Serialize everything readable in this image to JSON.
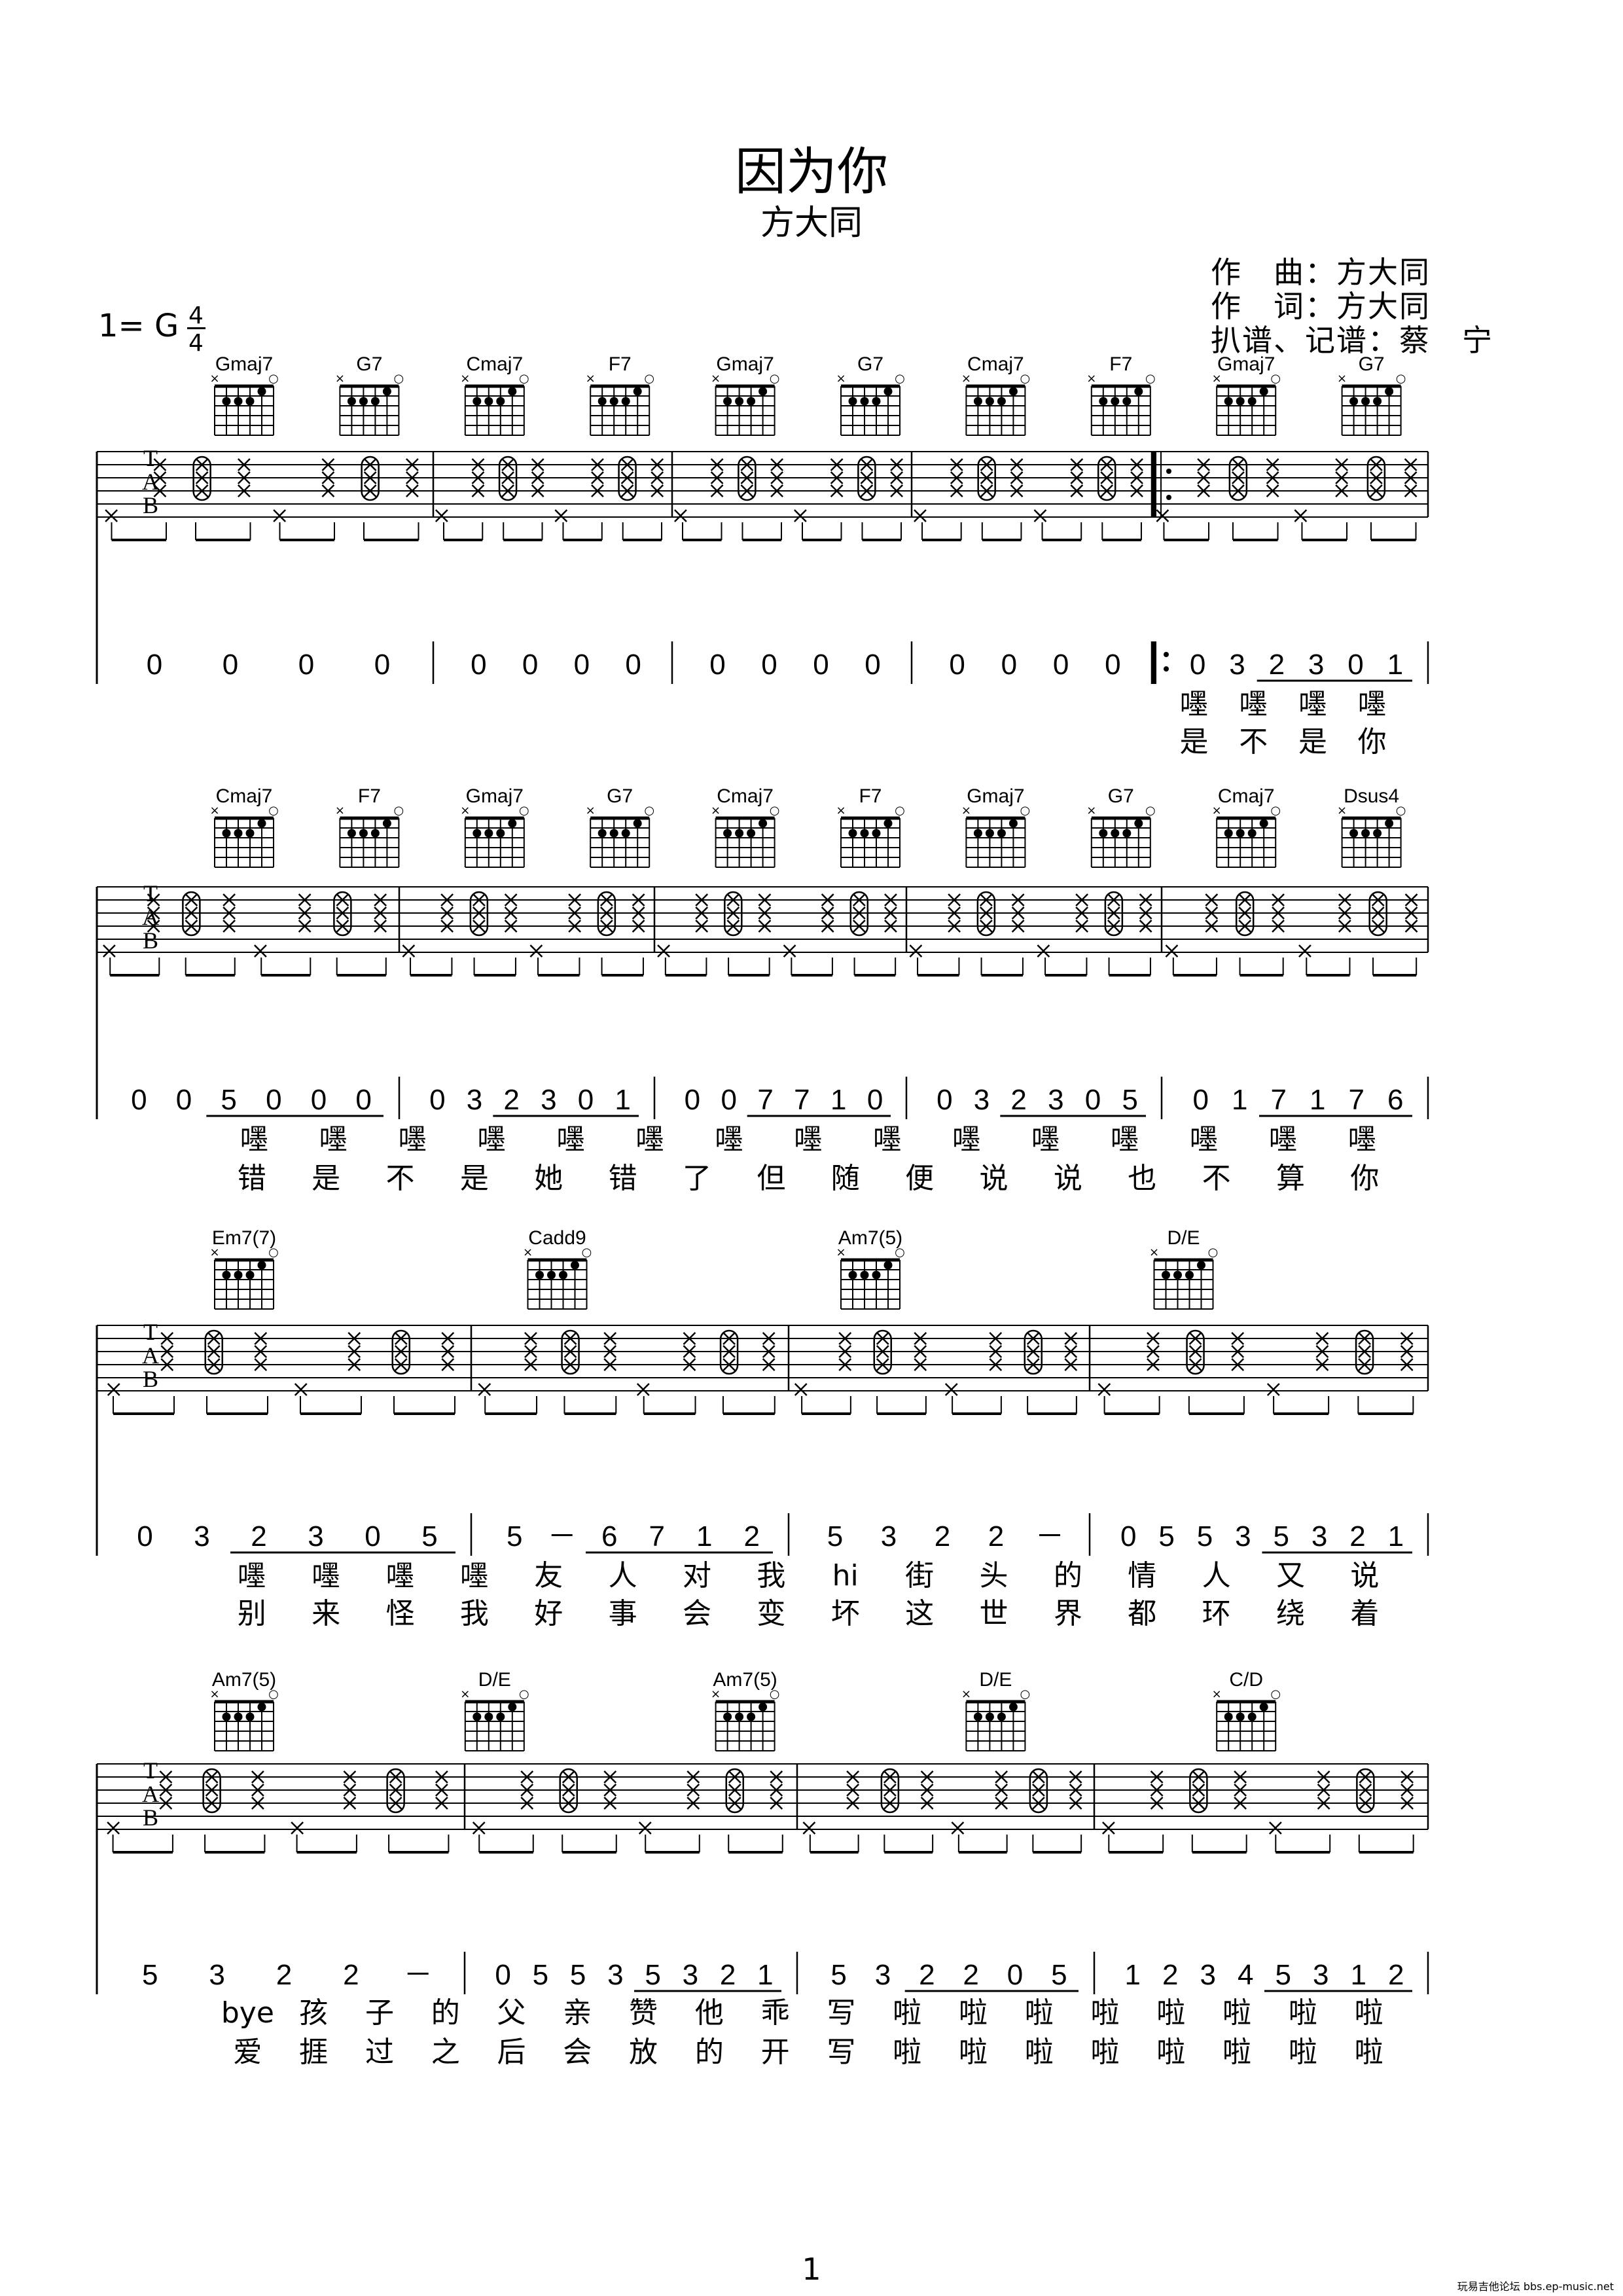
{
  "title": "因为你",
  "artist": "方大同",
  "credits": [
    "作　曲：方大同",
    "作　词：方大同",
    "扒谱、记谱：蔡　宁"
  ],
  "key": "1= G",
  "time_signature": {
    "top": "4",
    "bottom": "4"
  },
  "tab_letters": [
    "T",
    "A",
    "B"
  ],
  "page_number": "1",
  "watermark": "玩易吉他论坛 bbs.ep-music.net",
  "systems": [
    {
      "chords": [
        "Gmaj7",
        "G7",
        "Cmaj7",
        "F7",
        "Gmaj7",
        "G7",
        "Cmaj7",
        "F7",
        "Gmaj7",
        "G7"
      ],
      "measures": [
        {
          "notes": [
            "0",
            "0",
            "0",
            "0"
          ]
        },
        {
          "notes": [
            "0",
            "0",
            "0",
            "0"
          ]
        },
        {
          "notes": [
            "0",
            "0",
            "0",
            "0"
          ]
        },
        {
          "notes": [
            "0",
            "0",
            "0",
            "0"
          ]
        },
        {
          "notes": [
            "0",
            "3",
            "2",
            "3",
            "0",
            "1"
          ],
          "repeat_start": true
        }
      ],
      "lyrics": [
        [
          "",
          "",
          "",
          "",
          "",
          "",
          "",
          "",
          "",
          "",
          "",
          "",
          "",
          "",
          "",
          "",
          "嚜",
          "嚜",
          "嚜",
          "嚜"
        ],
        [
          "",
          "",
          "",
          "",
          "",
          "",
          "",
          "",
          "",
          "",
          "",
          "",
          "",
          "",
          "",
          "",
          "是",
          "不",
          "是",
          "你"
        ]
      ]
    },
    {
      "chords": [
        "Cmaj7",
        "F7",
        "Gmaj7",
        "G7",
        "Cmaj7",
        "F7",
        "Gmaj7",
        "G7",
        "Cmaj7",
        "Dsus4"
      ],
      "measures": [
        {
          "notes": [
            "0",
            "0",
            "5",
            "0",
            "0",
            "0"
          ]
        },
        {
          "notes": [
            "0",
            "3",
            "2",
            "3",
            "0",
            "1"
          ]
        },
        {
          "notes": [
            "0",
            "0",
            "7",
            "7",
            "1",
            "0"
          ]
        },
        {
          "notes": [
            "0",
            "3",
            "2",
            "3",
            "0",
            "5"
          ]
        },
        {
          "notes": [
            "0",
            "1",
            "7",
            "1",
            "7",
            "6"
          ]
        }
      ],
      "lyrics": [
        [
          "嚜",
          "嚜",
          "嚜",
          "嚜",
          "嚜",
          "嚜",
          "嚜",
          "嚜",
          "嚜",
          "嚜",
          "嚜",
          "嚜",
          "嚜",
          "嚜",
          "嚜"
        ],
        [
          "错",
          "是",
          "不",
          "是",
          "她",
          "错",
          "了",
          "但",
          "随",
          "便",
          "说",
          "说",
          "也",
          "不",
          "算",
          "你"
        ]
      ]
    },
    {
      "chords": [
        "Em7(7)",
        "Cadd9",
        "Am7(5)",
        "D/E"
      ],
      "measures": [
        {
          "notes": [
            "0",
            "3",
            "2",
            "3",
            "0",
            "5"
          ]
        },
        {
          "notes": [
            "5",
            "－",
            "6",
            "7",
            "1",
            "2"
          ]
        },
        {
          "notes": [
            "5",
            "3",
            "2",
            "2",
            "－"
          ]
        },
        {
          "notes": [
            "0",
            "5",
            "5",
            "3",
            "5",
            "3",
            "2",
            "1"
          ]
        }
      ],
      "lyrics": [
        [
          "嚜",
          "嚜",
          "嚜",
          "嚜",
          "友",
          "人",
          "对",
          "我",
          "hi",
          "街",
          "头",
          "的",
          "情",
          "人",
          "又",
          "说"
        ],
        [
          "别",
          "来",
          "怪",
          "我",
          "好",
          "事",
          "会",
          "变",
          "坏",
          "这",
          "世",
          "界",
          "都",
          "环",
          "绕",
          "着"
        ]
      ]
    },
    {
      "chords": [
        "Am7(5)",
        "D/E",
        "Am7(5)",
        "D/E",
        "C/D"
      ],
      "measures": [
        {
          "notes": [
            "5",
            "3",
            "2",
            "2",
            "－"
          ]
        },
        {
          "notes": [
            "0",
            "5",
            "5",
            "3",
            "5",
            "3",
            "2",
            "1"
          ]
        },
        {
          "notes": [
            "5",
            "3",
            "2",
            "2",
            "0",
            "5"
          ]
        },
        {
          "notes": [
            "1",
            "2",
            "3",
            "4",
            "5",
            "3",
            "1",
            "2"
          ]
        }
      ],
      "lyrics": [
        [
          "bye",
          "孩",
          "子",
          "的",
          "父",
          "亲",
          "赞",
          "他",
          "乖",
          "写",
          "啦",
          "啦",
          "啦",
          "啦",
          "啦",
          "啦",
          "啦",
          "啦"
        ],
        [
          "爱",
          "捱",
          "过",
          "之",
          "后",
          "会",
          "放",
          "的",
          "开",
          "写",
          "啦",
          "啦",
          "啦",
          "啦",
          "啦",
          "啦",
          "啦",
          "啦"
        ]
      ]
    }
  ]
}
